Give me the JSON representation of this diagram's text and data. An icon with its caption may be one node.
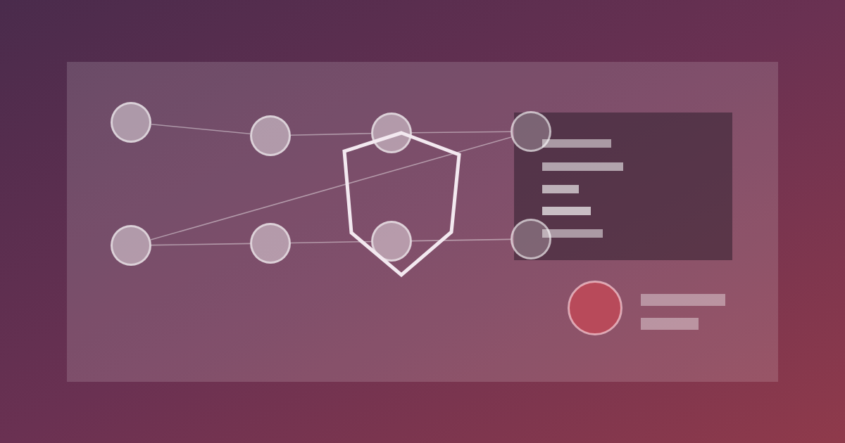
{
  "diagram": {
    "nodes": [
      {
        "text": [],
        "shape": "circle"
      },
      {
        "text": [],
        "shape": "circle"
      },
      {
        "text": [],
        "shape": "circle"
      },
      {
        "text": [],
        "shape": "circle"
      },
      {
        "text": [],
        "shape": "circle"
      },
      {
        "text": [],
        "shape": "circle"
      },
      {
        "text": [],
        "shape": "circle"
      },
      {
        "text": [],
        "shape": "circle"
      }
    ],
    "edges": [
      {
        "from": 0,
        "to": 1,
        "arrow": "none"
      },
      {
        "from": 1,
        "to": 2,
        "arrow": "none"
      },
      {
        "from": 2,
        "to": 3,
        "arrow": "none"
      },
      {
        "from": 4,
        "to": 3,
        "arrow": "none"
      },
      {
        "from": 4,
        "to": 5,
        "arrow": "none"
      },
      {
        "from": 5,
        "to": 6,
        "arrow": "none"
      },
      {
        "from": 6,
        "to": 7,
        "arrow": "none"
      }
    ]
  }
}
